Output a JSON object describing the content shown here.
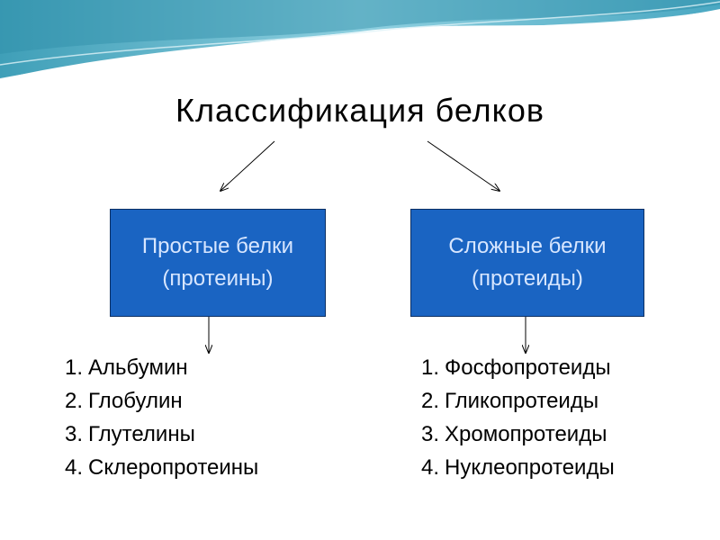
{
  "title": "Классификация белков",
  "left_box": {
    "line1": "Простые белки",
    "line2": "(протеины)"
  },
  "right_box": {
    "line1": "Сложные белки",
    "line2": "(протеиды)"
  },
  "left_list": [
    {
      "num": "1.",
      "text": "Альбумин"
    },
    {
      "num": "2.",
      "text": "Глобулин"
    },
    {
      "num": "3.",
      "text": "Глутелины"
    },
    {
      "num": "4.",
      "text": "Склеропротеины"
    }
  ],
  "right_list": [
    {
      "num": "1.",
      "text": "Фосфопротеиды"
    },
    {
      "num": "2.",
      "text": "Гликопротеиды"
    },
    {
      "num": "3.",
      "text": "Хромопротеиды"
    },
    {
      "num": "4.",
      "text": "Нуклеопротеиды"
    }
  ],
  "colors": {
    "box_fill": "#1a64c2",
    "box_text": "#d7e6ff",
    "wave": "#5bb6cf"
  }
}
